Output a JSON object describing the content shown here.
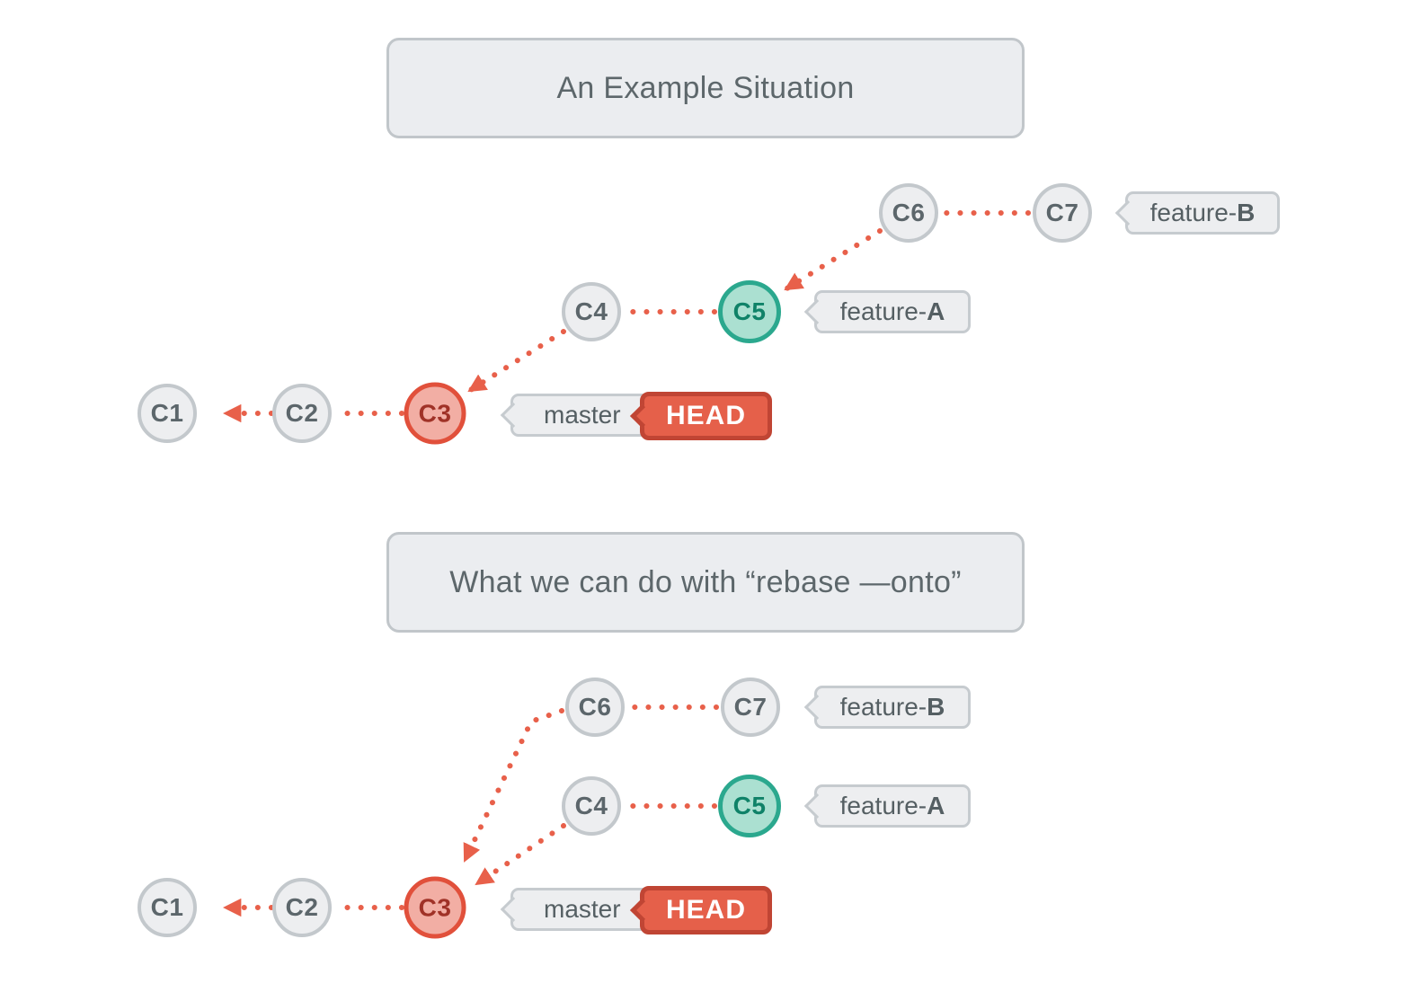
{
  "titles": {
    "situation": "An Example Situation",
    "rebase": "What we can do with “rebase —onto”"
  },
  "commits": {
    "c1": "C1",
    "c2": "C2",
    "c3": "C3",
    "c4": "C4",
    "c5": "C5",
    "c6": "C6",
    "c7": "C7"
  },
  "branch_labels": {
    "feature_prefix": "feature-",
    "feature_a": "A",
    "feature_b": "B",
    "master": "master",
    "head": "HEAD"
  },
  "graph": {
    "top": {
      "edges": [
        [
          "C2",
          "C1"
        ],
        [
          "C3",
          "C2"
        ],
        [
          "C4",
          "C3"
        ],
        [
          "C5",
          "C4"
        ],
        [
          "C6",
          "C5"
        ],
        [
          "C7",
          "C6"
        ]
      ],
      "branches": {
        "master": "C3",
        "HEAD": "master",
        "feature-A": "C5",
        "feature-B": "C7"
      },
      "highlighted_commits": {
        "red": "C3",
        "green": "C5"
      }
    },
    "bottom": {
      "edges": [
        [
          "C2",
          "C1"
        ],
        [
          "C3",
          "C2"
        ],
        [
          "C4",
          "C3"
        ],
        [
          "C5",
          "C4"
        ],
        [
          "C6",
          "C3"
        ],
        [
          "C7",
          "C6"
        ]
      ],
      "branches": {
        "master": "C3",
        "HEAD": "master",
        "feature-A": "C5",
        "feature-B": "C7"
      },
      "highlighted_commits": {
        "red": "C3",
        "green": "C5"
      }
    }
  },
  "colors": {
    "accent_red": "#E8604A",
    "node_gray_fill": "#EDEEF0",
    "node_gray_border": "#C3C8CC",
    "node_green_fill": "#ABE0D1",
    "node_green_border": "#2BA88E",
    "node_red_fill": "#F2AEA4",
    "node_red_border": "#E1503B",
    "head_bg": "#E5604A",
    "head_border": "#C04534",
    "bubble_fill": "#EDEEF0",
    "title_fill": "#EBEDF0"
  }
}
